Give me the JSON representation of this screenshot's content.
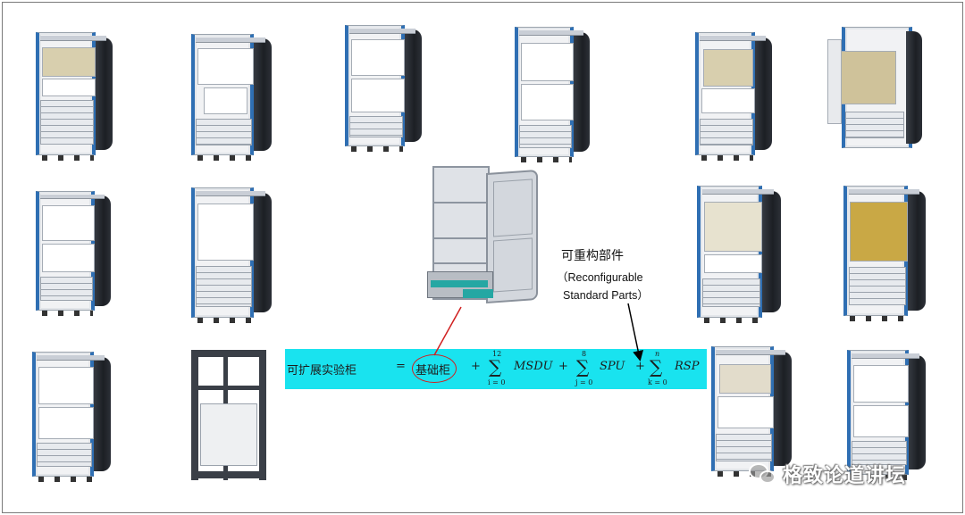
{
  "formula": {
    "lhs": "可扩展实验柜",
    "equals": "=",
    "base": "基础柜",
    "plus": "+",
    "sigma": "∑",
    "term1": {
      "upper": "12",
      "lower": "i = 0",
      "name": "MSDU"
    },
    "term2": {
      "upper": "8",
      "lower": "j = 0",
      "name": "SPU"
    },
    "term3": {
      "upper": "n",
      "lower": "k = 0",
      "name": "RSP"
    }
  },
  "annotation": {
    "title_cn": "可重构部件",
    "title_en_line1": "（Reconfigurable",
    "title_en_line2": "Standard Parts）"
  },
  "watermark": {
    "text": "格致论道讲坛",
    "icon": "wechat-icon"
  },
  "colors": {
    "band": "#19e3ef",
    "circle": "#d02020",
    "rack_frame": "#2f6fb3"
  }
}
